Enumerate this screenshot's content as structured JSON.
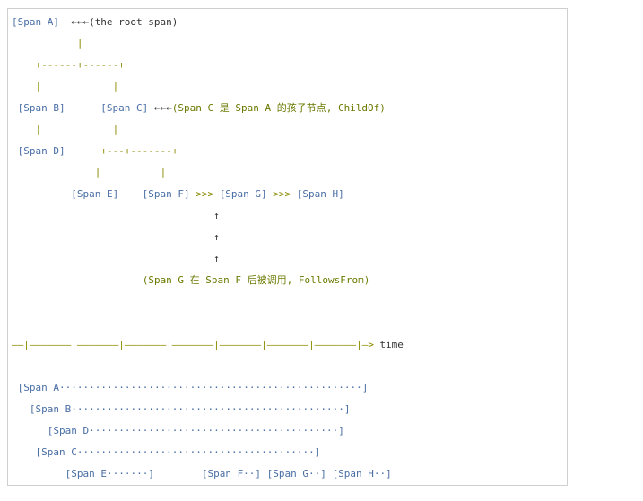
{
  "colors": {
    "bracket": "#4a6fa5",
    "punct": "#8a8a00",
    "text": "#333333",
    "note": "#6b7a00"
  },
  "lines": [
    {
      "name": "line-1",
      "tokens": [
        {
          "t": "[Span A]",
          "c": "bracket"
        },
        {
          "t": "  ←←←(the root span)",
          "c": "text"
        }
      ]
    },
    {
      "name": "line-2",
      "tokens": [
        {
          "t": "           |",
          "c": "punct"
        }
      ]
    },
    {
      "name": "line-3",
      "tokens": [
        {
          "t": "    +------+------+",
          "c": "punct"
        }
      ]
    },
    {
      "name": "line-4",
      "tokens": [
        {
          "t": "    |            |",
          "c": "punct"
        }
      ]
    },
    {
      "name": "line-5",
      "tokens": [
        {
          "t": " [Span B]",
          "c": "bracket"
        },
        {
          "t": "      ",
          "c": "text"
        },
        {
          "t": "[Span C]",
          "c": "bracket"
        },
        {
          "t": " ←←←",
          "c": "text"
        },
        {
          "t": "(Span C 是 Span A 的孩子节点, ChildOf)",
          "c": "note"
        }
      ]
    },
    {
      "name": "line-6",
      "tokens": [
        {
          "t": "    |            |",
          "c": "punct"
        }
      ]
    },
    {
      "name": "line-7",
      "tokens": [
        {
          "t": " [Span D]",
          "c": "bracket"
        },
        {
          "t": "      +---+-------+",
          "c": "punct"
        }
      ]
    },
    {
      "name": "line-8",
      "tokens": [
        {
          "t": "              |          |",
          "c": "punct"
        }
      ]
    },
    {
      "name": "line-9",
      "tokens": [
        {
          "t": "          [Span E]",
          "c": "bracket"
        },
        {
          "t": "    ",
          "c": "text"
        },
        {
          "t": "[Span F]",
          "c": "bracket"
        },
        {
          "t": " >>> ",
          "c": "punct"
        },
        {
          "t": "[Span G]",
          "c": "bracket"
        },
        {
          "t": " >>> ",
          "c": "punct"
        },
        {
          "t": "[Span H]",
          "c": "bracket"
        }
      ]
    },
    {
      "name": "line-10",
      "tokens": [
        {
          "t": "                                  ↑",
          "c": "text"
        }
      ]
    },
    {
      "name": "line-11",
      "tokens": [
        {
          "t": "                                  ↑",
          "c": "text"
        }
      ]
    },
    {
      "name": "line-12",
      "tokens": [
        {
          "t": "                                  ↑",
          "c": "text"
        }
      ]
    },
    {
      "name": "line-13",
      "tokens": [
        {
          "t": "                      (Span G 在 Span F 后被调用, FollowsFrom)",
          "c": "note"
        }
      ]
    },
    {
      "name": "line-14",
      "tokens": [
        {
          "t": "",
          "c": "text"
        }
      ]
    },
    {
      "name": "line-15",
      "tokens": [
        {
          "t": "",
          "c": "text"
        }
      ]
    },
    {
      "name": "line-16",
      "tokens": [
        {
          "t": "––|–––––––|–––––––|–––––––|–––––––|–––––––|–––––––|–––––––|–>",
          "c": "punct"
        },
        {
          "t": " time",
          "c": "text"
        }
      ]
    },
    {
      "name": "line-17",
      "tokens": [
        {
          "t": "",
          "c": "text"
        }
      ]
    },
    {
      "name": "line-18",
      "tokens": [
        {
          "t": " [Span A···················································]",
          "c": "bracket"
        }
      ]
    },
    {
      "name": "line-19",
      "tokens": [
        {
          "t": "   [Span B··············································]",
          "c": "bracket"
        }
      ]
    },
    {
      "name": "line-20",
      "tokens": [
        {
          "t": "      [Span D··········································]",
          "c": "bracket"
        }
      ]
    },
    {
      "name": "line-21",
      "tokens": [
        {
          "t": "    [Span C········································]",
          "c": "bracket"
        }
      ]
    },
    {
      "name": "line-22",
      "tokens": [
        {
          "t": "         [Span E·······]",
          "c": "bracket"
        },
        {
          "t": "        ",
          "c": "text"
        },
        {
          "t": "[Span F··]",
          "c": "bracket"
        },
        {
          "t": " ",
          "c": "text"
        },
        {
          "t": "[Span G··]",
          "c": "bracket"
        },
        {
          "t": " ",
          "c": "text"
        },
        {
          "t": "[Span H··]",
          "c": "bracket"
        }
      ]
    }
  ]
}
